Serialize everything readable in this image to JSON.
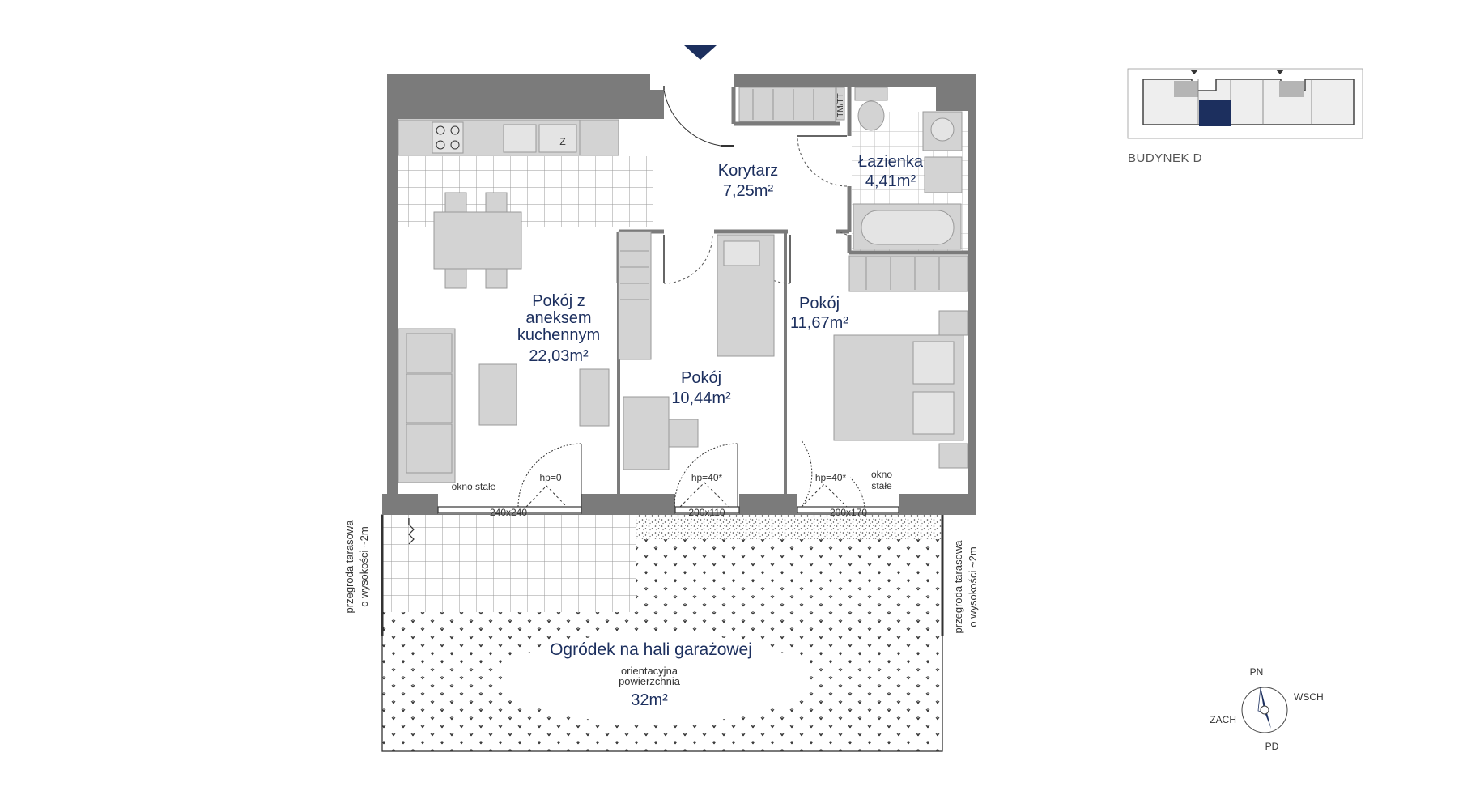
{
  "rooms": {
    "living": {
      "name_l1": "Pokój z",
      "name_l2": "aneksem",
      "name_l3": "kuchennym",
      "area": "22,03m²"
    },
    "corridor": {
      "name": "Korytarz",
      "area": "7,25m²"
    },
    "bathroom": {
      "name": "Łazienka",
      "area": "4,41m²"
    },
    "room_small": {
      "name": "Pokój",
      "area": "10,44m²"
    },
    "room_large": {
      "name": "Pokój",
      "area": "11,67m²"
    }
  },
  "fixtures": {
    "fridge_mark": "Z",
    "washer_mark": "TM/TT"
  },
  "windows": {
    "w1": {
      "size": "240x240",
      "sill": "hp=0",
      "note": "okno stałe"
    },
    "w2": {
      "size": "200x110",
      "sill": "hp=40*"
    },
    "w3": {
      "size": "200x170",
      "sill": "hp=40*",
      "note_l1": "okno",
      "note_l2": "stałe"
    }
  },
  "garden": {
    "title": "Ogródek na hali garażowej",
    "sub_l1": "orientacyjna",
    "sub_l2": "powierzchnia",
    "area": "32m²"
  },
  "partition": {
    "left_l1": "przegroda tarasowa",
    "left_l2": "o wysokości ~2m",
    "right_l1": "przegroda tarasowa",
    "right_l2": "o wysokości ~2m"
  },
  "building": {
    "label": "BUDYNEK D"
  },
  "compass": {
    "n": "PN",
    "e": "WSCH",
    "w": "ZACH",
    "s": "PD"
  },
  "colors": {
    "wall": "#7b7b7b",
    "furniture": "#d3d3d3",
    "accent": "#1c2f5e",
    "label": "#1c2f5e"
  }
}
